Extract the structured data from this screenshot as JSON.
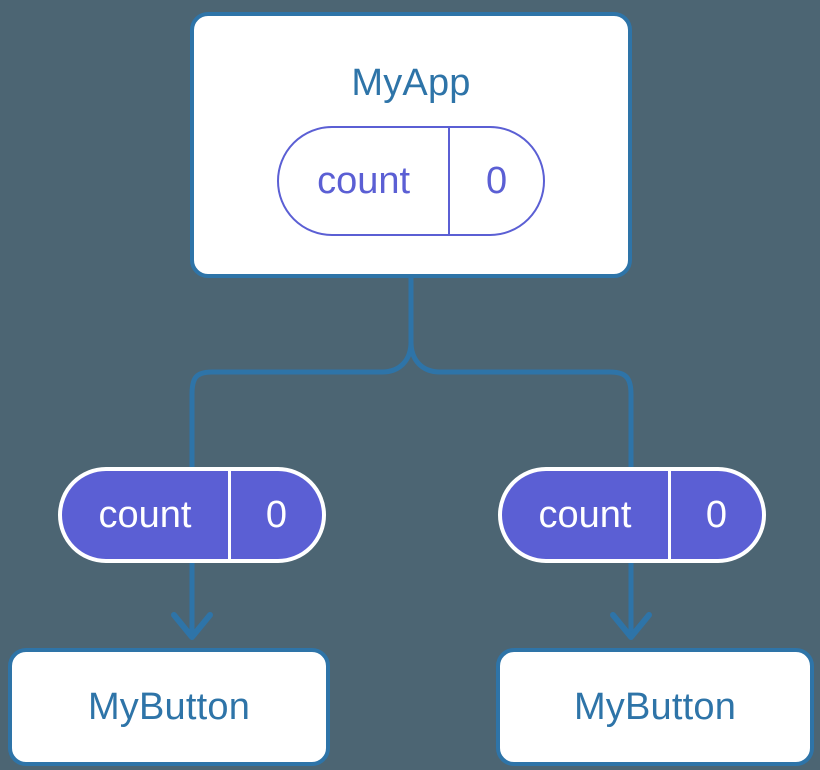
{
  "diagram": {
    "type": "component-state-tree",
    "background_color": "#4c6573",
    "accent_blue": "#2e74a8",
    "accent_purple": "#5b5fd4",
    "node_fill": "#ffffff"
  },
  "root": {
    "title": "MyApp",
    "state": {
      "key": "count",
      "value": "0"
    }
  },
  "branches": [
    {
      "state": {
        "key": "count",
        "value": "0"
      },
      "child": {
        "title": "MyButton"
      }
    },
    {
      "state": {
        "key": "count",
        "value": "0"
      },
      "child": {
        "title": "MyButton"
      }
    }
  ]
}
